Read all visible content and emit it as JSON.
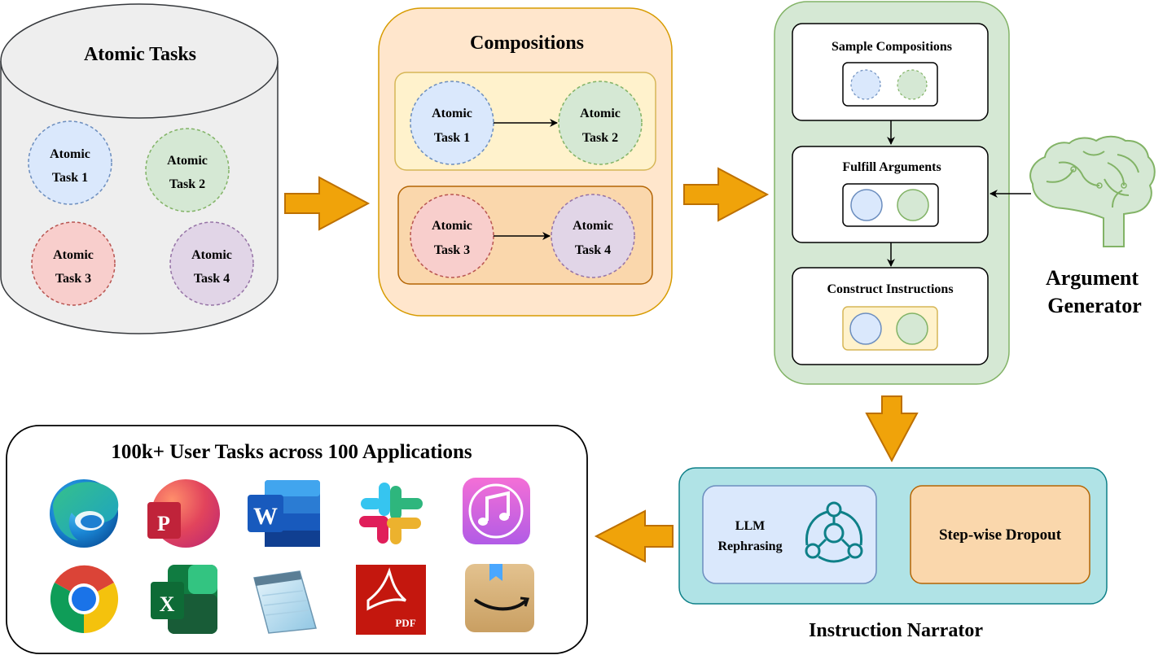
{
  "atomic_tasks": {
    "title": "Atomic Tasks",
    "tasks": [
      {
        "line1": "Atomic",
        "line2": "Task 1",
        "fill": "#dae8fc",
        "stroke": "#6c8ebf"
      },
      {
        "line1": "Atomic",
        "line2": "Task 2",
        "fill": "#d5e8d4",
        "stroke": "#82b366"
      },
      {
        "line1": "Atomic",
        "line2": "Task 3",
        "fill": "#f8cecc",
        "stroke": "#b85450"
      },
      {
        "line1": "Atomic",
        "line2": "Task 4",
        "fill": "#e1d5e7",
        "stroke": "#9673a6"
      }
    ]
  },
  "compositions": {
    "title": "Compositions",
    "rows": [
      {
        "from": {
          "line1": "Atomic",
          "line2": "Task 1"
        },
        "to": {
          "line1": "Atomic",
          "line2": "Task 2"
        }
      },
      {
        "from": {
          "line1": "Atomic",
          "line2": "Task 3"
        },
        "to": {
          "line1": "Atomic",
          "line2": "Task 4"
        }
      }
    ]
  },
  "pipeline": {
    "steps": [
      "Sample Compositions",
      "Fulfill Arguments",
      "Construct Instructions"
    ]
  },
  "argument_generator": {
    "label_line1": "Argument",
    "label_line2": "Generator",
    "icon": "brain-icon"
  },
  "instruction_narrator": {
    "label": "Instruction Narrator",
    "llm_line1": "LLM",
    "llm_line2": "Rephrasing",
    "dropout": "Step-wise Dropout",
    "icon": "openai-icon"
  },
  "user_tasks": {
    "title": "100k+ User Tasks across 100 Applications",
    "apps": [
      "edge-icon",
      "powerpoint-icon",
      "word-icon",
      "slack-icon",
      "itunes-icon",
      "chrome-icon",
      "excel-icon",
      "notepad-icon",
      "pdf-icon",
      "amazon-icon"
    ],
    "word_letter": "W",
    "excel_letter": "X",
    "powerpoint_letter": "P",
    "pdf_text": "PDF"
  },
  "colors": {
    "arrow": "#f0a30a",
    "arrow_stroke": "#bd7000",
    "green_bg": "#d5e8d4",
    "green_stroke": "#82b366",
    "orange_bg": "#ffe6cc",
    "orange_stroke": "#d79b00",
    "teal_bg": "#b0e3e6",
    "teal_stroke": "#0e8088"
  }
}
